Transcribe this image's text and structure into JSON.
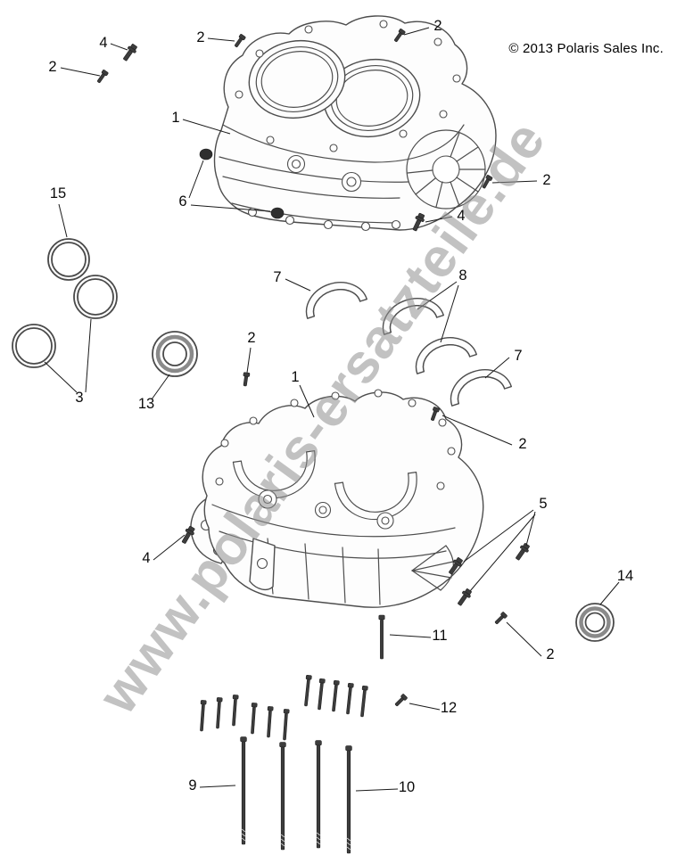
{
  "copyright": "© 2013 Polaris Sales Inc.",
  "watermark": "www.polaris-ersatzteile.de",
  "callouts": [
    {
      "label": "4"
    },
    {
      "label": "2"
    },
    {
      "label": "2"
    },
    {
      "label": "2"
    },
    {
      "label": "1"
    },
    {
      "label": "2"
    },
    {
      "label": "6"
    },
    {
      "label": "4"
    },
    {
      "label": "15"
    },
    {
      "label": "7"
    },
    {
      "label": "8"
    },
    {
      "label": "3"
    },
    {
      "label": "13"
    },
    {
      "label": "2"
    },
    {
      "label": "1"
    },
    {
      "label": "7"
    },
    {
      "label": "2"
    },
    {
      "label": "5"
    },
    {
      "label": "4"
    },
    {
      "label": "14"
    },
    {
      "label": "11"
    },
    {
      "label": "2"
    },
    {
      "label": "12"
    },
    {
      "label": "9"
    },
    {
      "label": "10"
    }
  ]
}
